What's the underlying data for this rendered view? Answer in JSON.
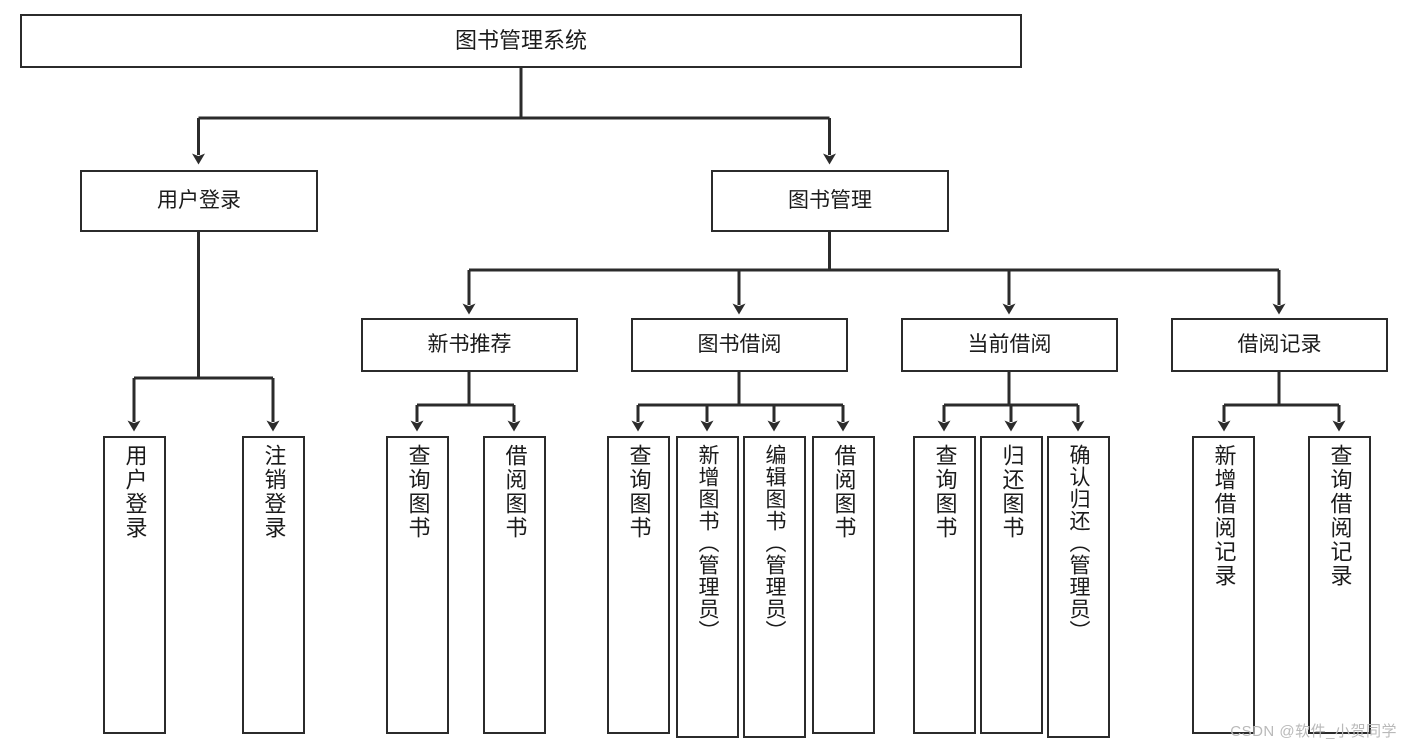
{
  "diagram": {
    "type": "hierarchy-tree",
    "title": "图书管理系统",
    "watermark": "CSDN @软件_小贺同学",
    "colors": {
      "stroke": "#2b2b2b",
      "fill": "#ffffff",
      "text": "#1b1b1b",
      "watermark": "#b9b9b9"
    },
    "root": {
      "label": "图书管理系统"
    },
    "level1": [
      {
        "label": "用户登录"
      },
      {
        "label": "图书管理"
      }
    ],
    "level2": [
      {
        "label": "新书推荐"
      },
      {
        "label": "图书借阅"
      },
      {
        "label": "当前借阅"
      },
      {
        "label": "借阅记录"
      }
    ],
    "leaves": {
      "user_login": [
        {
          "label": "用户登录"
        },
        {
          "label": "注销登录"
        }
      ],
      "new_book_recommend": [
        {
          "label": "查询图书"
        },
        {
          "label": "借阅图书"
        }
      ],
      "book_borrow": [
        {
          "label": "查询图书"
        },
        {
          "label": "新增图书（管理员）"
        },
        {
          "label": "编辑图书（管理员）"
        },
        {
          "label": "借阅图书"
        }
      ],
      "current_borrow": [
        {
          "label": "查询图书"
        },
        {
          "label": "归还图书"
        },
        {
          "label": "确认归还（管理员）"
        }
      ],
      "borrow_record": [
        {
          "label": "新增借阅记录"
        },
        {
          "label": "查询借阅记录"
        }
      ]
    }
  }
}
